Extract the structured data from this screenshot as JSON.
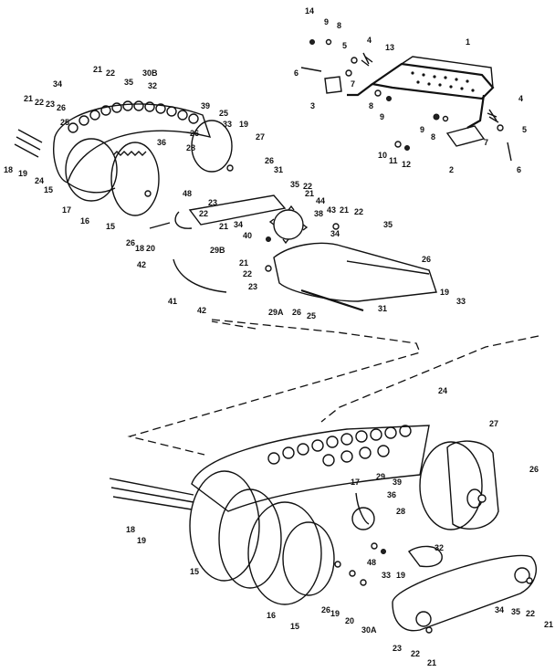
{
  "diagram": {
    "callouts": [
      {
        "id": "c1",
        "text": "14"
      },
      {
        "id": "c2",
        "text": "9"
      },
      {
        "id": "c3",
        "text": "8"
      },
      {
        "id": "c4",
        "text": "5"
      },
      {
        "id": "c5",
        "text": "4"
      },
      {
        "id": "c6",
        "text": "13"
      },
      {
        "id": "c7",
        "text": "1"
      },
      {
        "id": "c8",
        "text": "6"
      },
      {
        "id": "c9",
        "text": "7"
      },
      {
        "id": "c10",
        "text": "3"
      },
      {
        "id": "c11",
        "text": "8"
      },
      {
        "id": "c12",
        "text": "9"
      },
      {
        "id": "c13",
        "text": "4"
      },
      {
        "id": "c14",
        "text": "5"
      },
      {
        "id": "c15",
        "text": "9"
      },
      {
        "id": "c16",
        "text": "8"
      },
      {
        "id": "c17",
        "text": "7"
      },
      {
        "id": "c18",
        "text": "10"
      },
      {
        "id": "c19",
        "text": "11"
      },
      {
        "id": "c20",
        "text": "12"
      },
      {
        "id": "c21",
        "text": "2"
      },
      {
        "id": "c22",
        "text": "6"
      },
      {
        "id": "c23",
        "text": "21"
      },
      {
        "id": "c24",
        "text": "22"
      },
      {
        "id": "c25",
        "text": "30B"
      },
      {
        "id": "c26",
        "text": "34"
      },
      {
        "id": "c27",
        "text": "35"
      },
      {
        "id": "c28",
        "text": "32"
      },
      {
        "id": "c29",
        "text": "21"
      },
      {
        "id": "c30",
        "text": "22"
      },
      {
        "id": "c31",
        "text": "23"
      },
      {
        "id": "c32",
        "text": "26"
      },
      {
        "id": "c33",
        "text": "25"
      },
      {
        "id": "c34",
        "text": "18"
      },
      {
        "id": "c35",
        "text": "19"
      },
      {
        "id": "c36",
        "text": "24"
      },
      {
        "id": "c37",
        "text": "15"
      },
      {
        "id": "c38",
        "text": "17"
      },
      {
        "id": "c39",
        "text": "16"
      },
      {
        "id": "c40",
        "text": "15"
      },
      {
        "id": "c41",
        "text": "39"
      },
      {
        "id": "c42",
        "text": "25"
      },
      {
        "id": "c43",
        "text": "33"
      },
      {
        "id": "c44",
        "text": "19"
      },
      {
        "id": "c45",
        "text": "26"
      },
      {
        "id": "c46",
        "text": "36"
      },
      {
        "id": "c47",
        "text": "28"
      },
      {
        "id": "c48",
        "text": "27"
      },
      {
        "id": "c49",
        "text": "26"
      },
      {
        "id": "c50",
        "text": "31"
      },
      {
        "id": "c51",
        "text": "35"
      },
      {
        "id": "c52",
        "text": "22"
      },
      {
        "id": "c53",
        "text": "21"
      },
      {
        "id": "c54",
        "text": "44"
      },
      {
        "id": "c55",
        "text": "43"
      },
      {
        "id": "c56",
        "text": "38"
      },
      {
        "id": "c57",
        "text": "21"
      },
      {
        "id": "c58",
        "text": "22"
      },
      {
        "id": "c59",
        "text": "35"
      },
      {
        "id": "c60",
        "text": "23"
      },
      {
        "id": "c61",
        "text": "22"
      },
      {
        "id": "c62",
        "text": "21"
      },
      {
        "id": "c63",
        "text": "34"
      },
      {
        "id": "c64",
        "text": "40"
      },
      {
        "id": "c65",
        "text": "34"
      },
      {
        "id": "c66",
        "text": "29B"
      },
      {
        "id": "c67",
        "text": "26"
      },
      {
        "id": "c68",
        "text": "18"
      },
      {
        "id": "c69",
        "text": "20"
      },
      {
        "id": "c70",
        "text": "42"
      },
      {
        "id": "c71",
        "text": "21"
      },
      {
        "id": "c72",
        "text": "22"
      },
      {
        "id": "c73",
        "text": "23"
      },
      {
        "id": "c74",
        "text": "41"
      },
      {
        "id": "c75",
        "text": "42"
      },
      {
        "id": "c76",
        "text": "29A"
      },
      {
        "id": "c77",
        "text": "26"
      },
      {
        "id": "c78",
        "text": "25"
      },
      {
        "id": "c79",
        "text": "31"
      },
      {
        "id": "c80",
        "text": "26"
      },
      {
        "id": "c81",
        "text": "19"
      },
      {
        "id": "c82",
        "text": "33"
      },
      {
        "id": "c83",
        "text": "48"
      },
      {
        "id": "c84",
        "text": "24"
      },
      {
        "id": "c85",
        "text": "27"
      },
      {
        "id": "c86",
        "text": "26"
      },
      {
        "id": "c87",
        "text": "29"
      },
      {
        "id": "c88",
        "text": "39"
      },
      {
        "id": "c89",
        "text": "17"
      },
      {
        "id": "c90",
        "text": "36"
      },
      {
        "id": "c91",
        "text": "28"
      },
      {
        "id": "c92",
        "text": "18"
      },
      {
        "id": "c93",
        "text": "19"
      },
      {
        "id": "c94",
        "text": "15"
      },
      {
        "id": "c95",
        "text": "32"
      },
      {
        "id": "c96",
        "text": "16"
      },
      {
        "id": "c97",
        "text": "15"
      },
      {
        "id": "c98",
        "text": "26"
      },
      {
        "id": "c99",
        "text": "48"
      },
      {
        "id": "c100",
        "text": "33"
      },
      {
        "id": "c101",
        "text": "19"
      },
      {
        "id": "c102",
        "text": "19"
      },
      {
        "id": "c103",
        "text": "20"
      },
      {
        "id": "c104",
        "text": "34"
      },
      {
        "id": "c105",
        "text": "35"
      },
      {
        "id": "c106",
        "text": "22"
      },
      {
        "id": "c107",
        "text": "21"
      },
      {
        "id": "c108",
        "text": "30A"
      },
      {
        "id": "c109",
        "text": "23"
      },
      {
        "id": "c110",
        "text": "22"
      },
      {
        "id": "c111",
        "text": "21"
      }
    ]
  }
}
